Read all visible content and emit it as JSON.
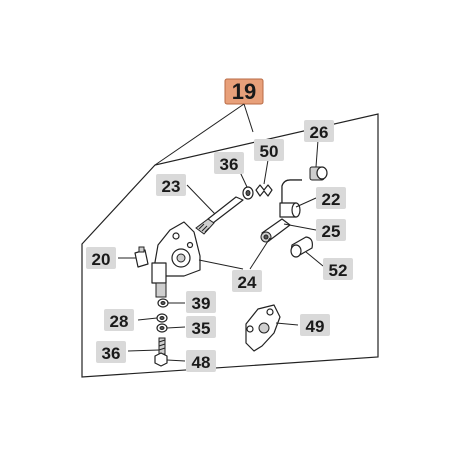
{
  "diagram": {
    "assembly_number": "19",
    "assembly_badge_color": "#e8a07a",
    "part_badge_color": "#d9d9d9",
    "parts": [
      {
        "id": "p26",
        "label": "26"
      },
      {
        "id": "p36a",
        "label": "36"
      },
      {
        "id": "p50",
        "label": "50"
      },
      {
        "id": "p23",
        "label": "23"
      },
      {
        "id": "p22",
        "label": "22"
      },
      {
        "id": "p25",
        "label": "25"
      },
      {
        "id": "p20",
        "label": "20"
      },
      {
        "id": "p24",
        "label": "24"
      },
      {
        "id": "p52",
        "label": "52"
      },
      {
        "id": "p39",
        "label": "39"
      },
      {
        "id": "p28",
        "label": "28"
      },
      {
        "id": "p35",
        "label": "35"
      },
      {
        "id": "p49",
        "label": "49"
      },
      {
        "id": "p36b",
        "label": "36"
      },
      {
        "id": "p48",
        "label": "48"
      }
    ]
  }
}
